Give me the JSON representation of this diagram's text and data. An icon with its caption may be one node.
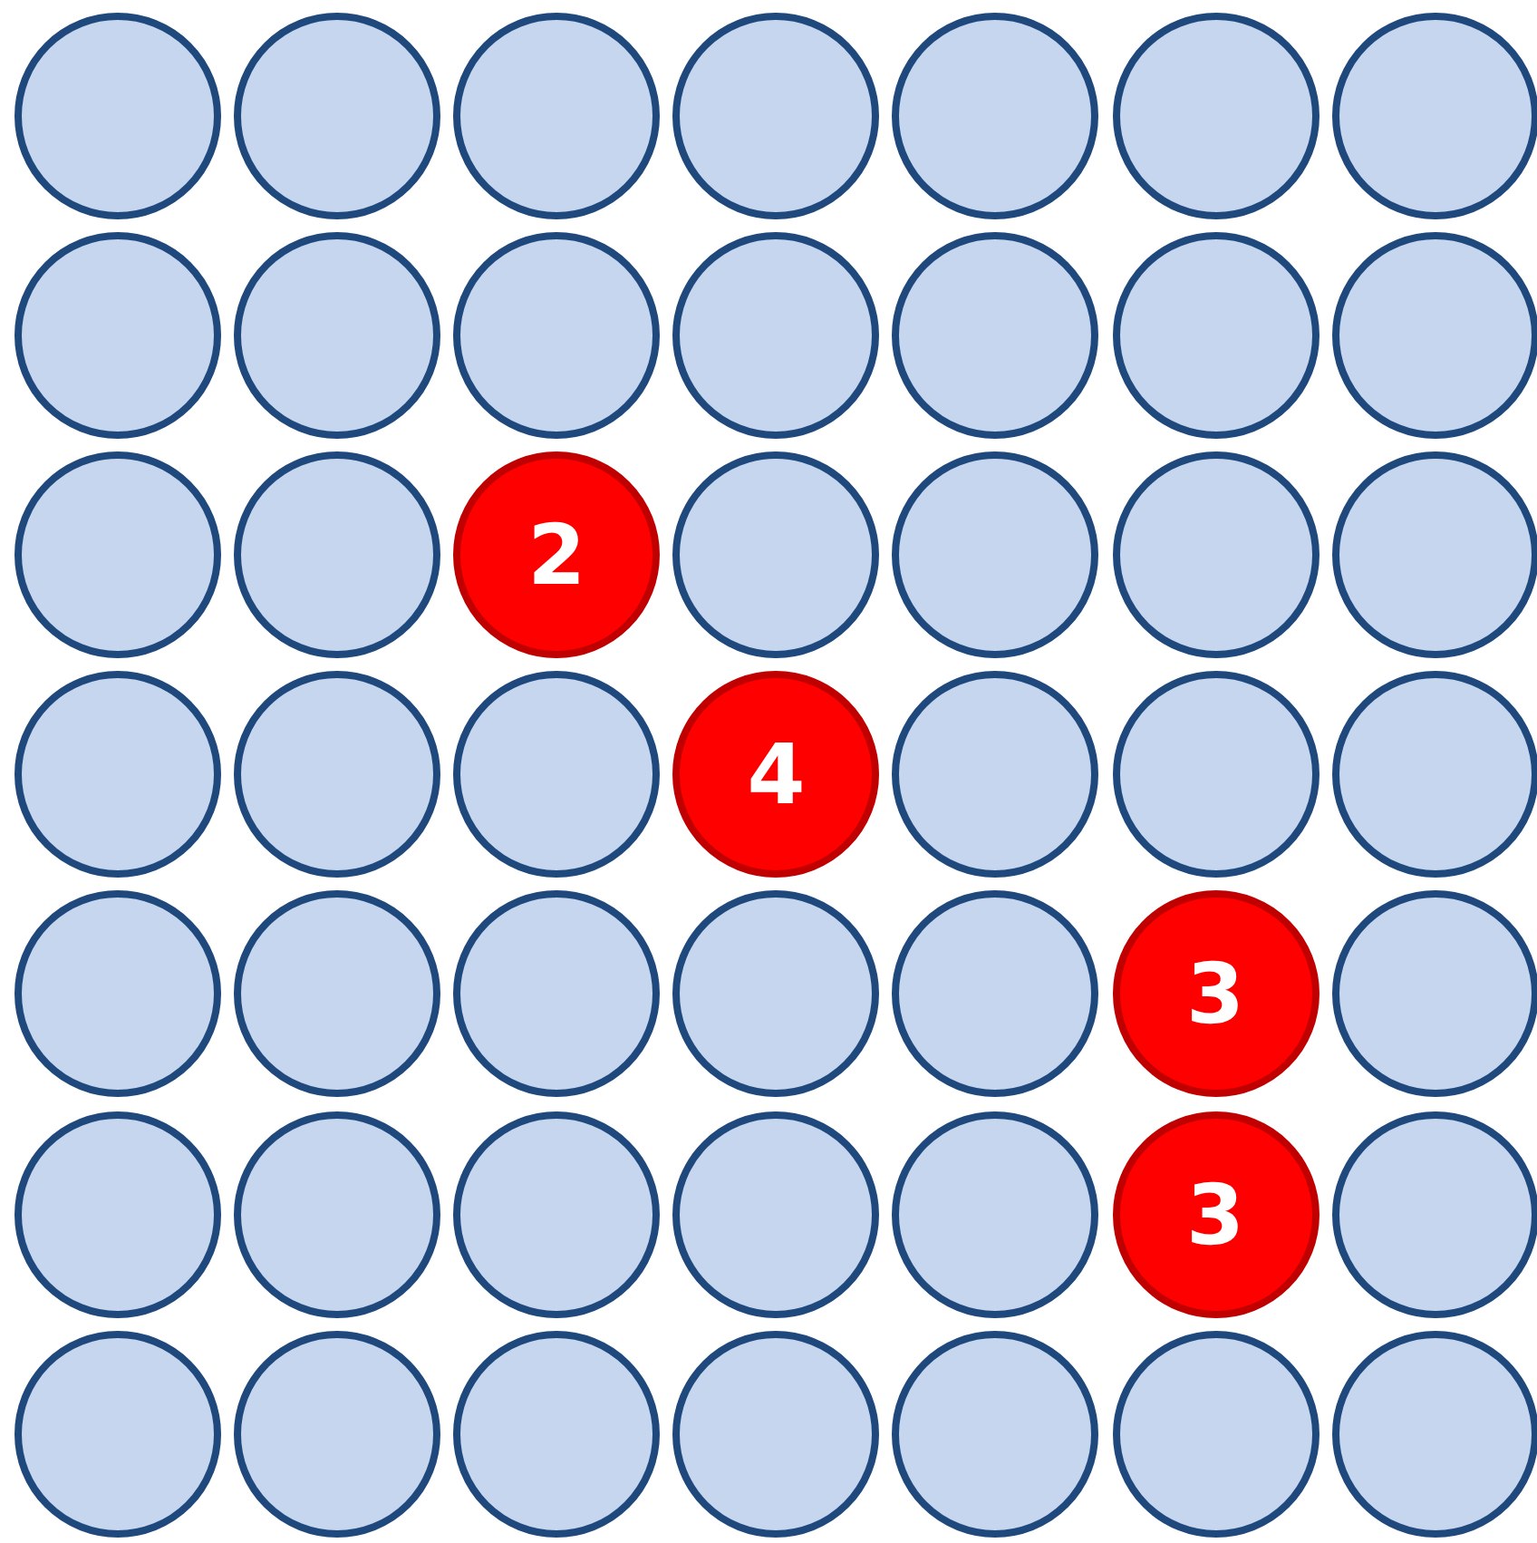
{
  "diagram": {
    "nodes": [
      {
        "text": [],
        "shape": "circle"
      },
      {
        "text": [],
        "shape": "circle"
      },
      {
        "text": [],
        "shape": "circle"
      },
      {
        "text": [],
        "shape": "circle"
      },
      {
        "text": [],
        "shape": "circle"
      },
      {
        "text": [],
        "shape": "circle"
      },
      {
        "text": [],
        "shape": "circle"
      },
      {
        "text": [],
        "shape": "circle"
      },
      {
        "text": [],
        "shape": "circle"
      },
      {
        "text": [],
        "shape": "circle"
      },
      {
        "text": [],
        "shape": "circle"
      },
      {
        "text": [],
        "shape": "circle"
      },
      {
        "text": [],
        "shape": "circle"
      },
      {
        "text": [],
        "shape": "circle"
      },
      {
        "text": [],
        "shape": "circle"
      },
      {
        "text": [],
        "shape": "circle"
      },
      {
        "text": [
          "2"
        ]
      },
      {
        "text": [],
        "shape": "circle"
      },
      {
        "text": [],
        "shape": "circle"
      },
      {
        "text": [],
        "shape": "circle"
      },
      {
        "text": [],
        "shape": "circle"
      },
      {
        "text": [],
        "shape": "circle"
      },
      {
        "text": [],
        "shape": "circle"
      },
      {
        "text": [],
        "shape": "circle"
      },
      {
        "text": [
          "4"
        ]
      },
      {
        "text": [],
        "shape": "circle"
      },
      {
        "text": [],
        "shape": "circle"
      },
      {
        "text": [],
        "shape": "circle"
      },
      {
        "text": [],
        "shape": "circle"
      },
      {
        "text": [],
        "shape": "circle"
      },
      {
        "text": [],
        "shape": "circle"
      },
      {
        "text": [],
        "shape": "circle"
      },
      {
        "text": [],
        "shape": "circle"
      },
      {
        "text": [
          "3"
        ]
      },
      {
        "text": [],
        "shape": "circle"
      },
      {
        "text": [],
        "shape": "circle"
      },
      {
        "text": [],
        "shape": "circle"
      },
      {
        "text": [],
        "shape": "circle"
      },
      {
        "text": [],
        "shape": "circle"
      },
      {
        "text": [],
        "shape": "circle"
      },
      {
        "text": [
          "3"
        ]
      },
      {
        "text": [],
        "shape": "circle"
      },
      {
        "text": [],
        "shape": "circle"
      },
      {
        "text": [],
        "shape": "circle"
      },
      {
        "text": [],
        "shape": "circle"
      },
      {
        "text": [],
        "shape": "circle"
      },
      {
        "text": [],
        "shape": "circle"
      },
      {
        "text": [],
        "shape": "circle"
      },
      {
        "text": [],
        "shape": "circle"
      }
    ]
  }
}
